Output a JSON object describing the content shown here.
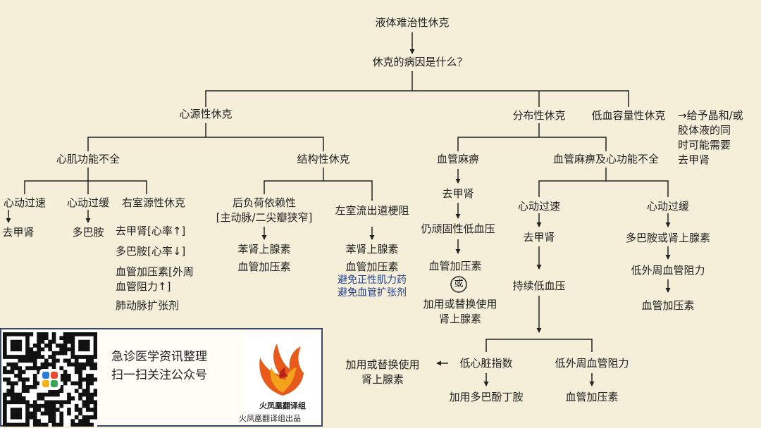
{
  "nodes": {
    "root": "液体难治性休克",
    "cause": "休克的病因是什么？",
    "cardio": "心源性休克",
    "distributive": "分布性休克",
    "hypovolemic": "低血容量性休克",
    "hypovolemic_action": [
      "→给予晶和/或",
      "胶体液的同",
      "时可能需要",
      "去甲肾"
    ],
    "myocardial": "心肌功能不全",
    "structural": "结构性休克",
    "vasoplegia": "血管麻痹",
    "vaso_cardiac": "血管麻痹及心功能不全",
    "tachy1": "心动过速",
    "brady1": "心动过缓",
    "rv_shock": "右室源性休克",
    "norepi1": "去甲肾",
    "dopamine1": "多巴胺",
    "rv_norepi": "去甲肾[心率↑]",
    "rv_dopamine": "多巴胺[心率↓]",
    "rv_vaso": [
      "血管加压素[外周",
      "血管阻力↑]"
    ],
    "rv_pulm": "肺动脉扩张剂",
    "afterload": [
      "后负荷依赖性",
      "[主动脉/二尖瓣狭窄]"
    ],
    "afterload_tx": [
      "苯肾上腺素",
      "血管加压素"
    ],
    "lvot": "左室流出道梗阻",
    "lvot_tx": [
      "苯肾上腺素",
      "血管加压素"
    ],
    "lvot_avoid": [
      "避免正性肌力药",
      "避免血管扩张剂"
    ],
    "vp_norepi": "去甲肾",
    "vp_refractory": "仍顽固性低血压",
    "vp_vaso": "血管加压素",
    "vp_or": "或",
    "vp_add": [
      "加用或替换使用",
      "肾上腺素"
    ],
    "tachy2": "心动过速",
    "brady2": "心动过缓",
    "vc_norepi": "去甲肾",
    "vc_persist": "持续低血压",
    "vc_dopa_epi": "多巴胺或肾上腺素",
    "vc_low_svr": "低外周血管阻力",
    "vc_vaso": "血管加压素",
    "low_ci": "低心脏指数",
    "low_svr2": "低外周血管阻力",
    "add_epi": [
      "加用或替换使用",
      "肾上腺素"
    ],
    "dobutamine": "加用多巴酚丁胺",
    "vaso_final": "血管加压素"
  },
  "footer": {
    "line1": "急诊医学资讯整理",
    "line2": "扫一扫关注公众号",
    "logo_text": "火凤凰翻译组",
    "org": "火凤凰翻译组出品"
  }
}
